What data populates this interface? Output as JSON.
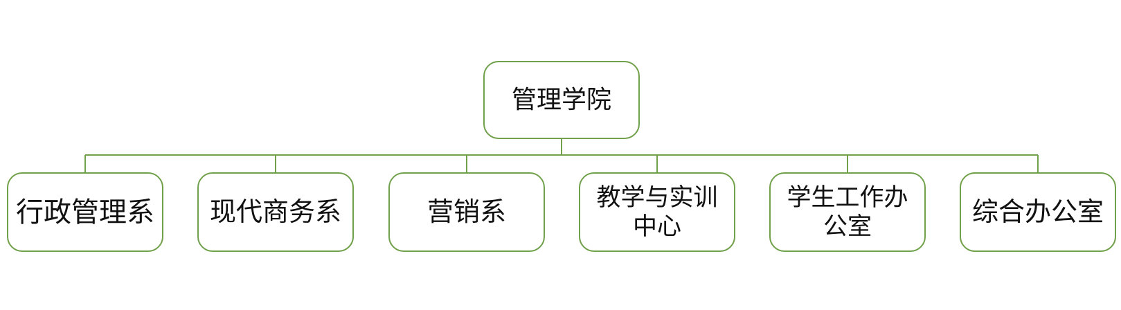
{
  "org_chart": {
    "root": {
      "label": "管理学院"
    },
    "children": [
      {
        "label": "行政管理系"
      },
      {
        "label": "现代商务系"
      },
      {
        "label": "营销系"
      },
      {
        "label": "教学与实训中心"
      },
      {
        "label": "学生工作办公室"
      },
      {
        "label": "综合办公室"
      }
    ]
  },
  "colors": {
    "border": "#70a04a",
    "connector": "#70a04a",
    "text": "#111111",
    "background": "#ffffff"
  }
}
